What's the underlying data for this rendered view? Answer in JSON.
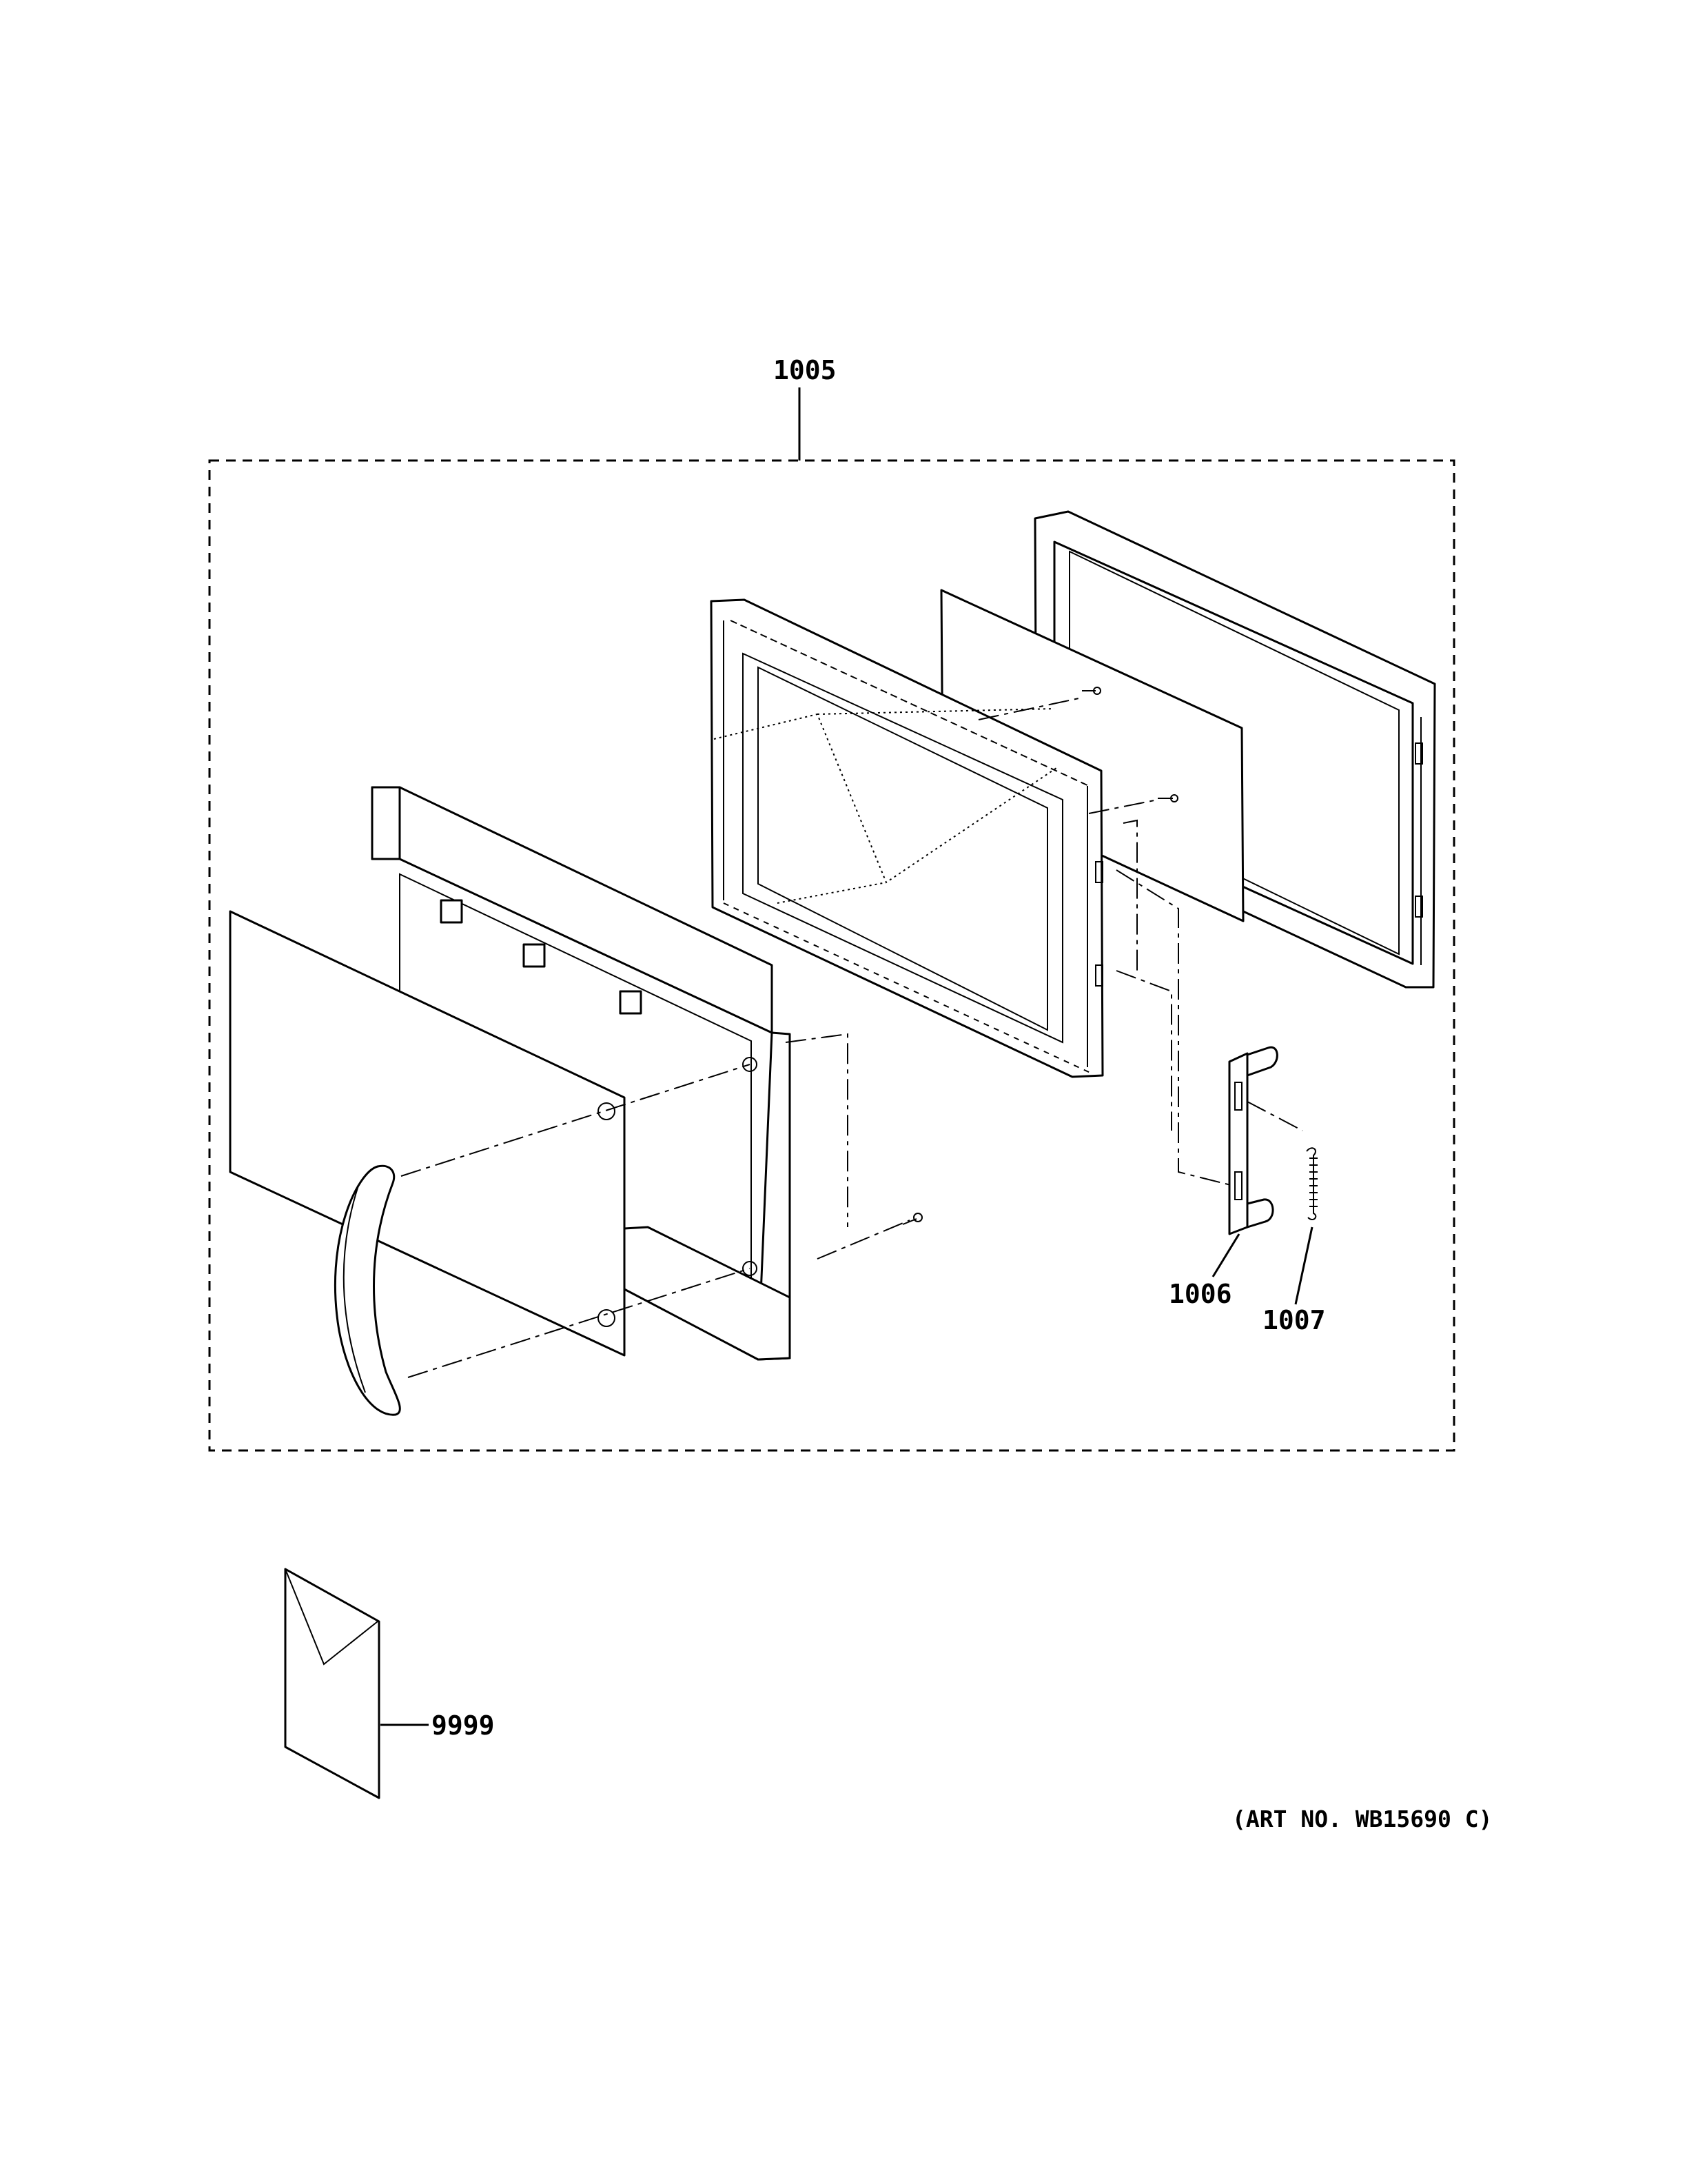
{
  "callouts": {
    "assembly": "1005",
    "latch": "1006",
    "spring": "1007",
    "literature": "9999"
  },
  "art_number": "(ART NO. WB15690 C)"
}
